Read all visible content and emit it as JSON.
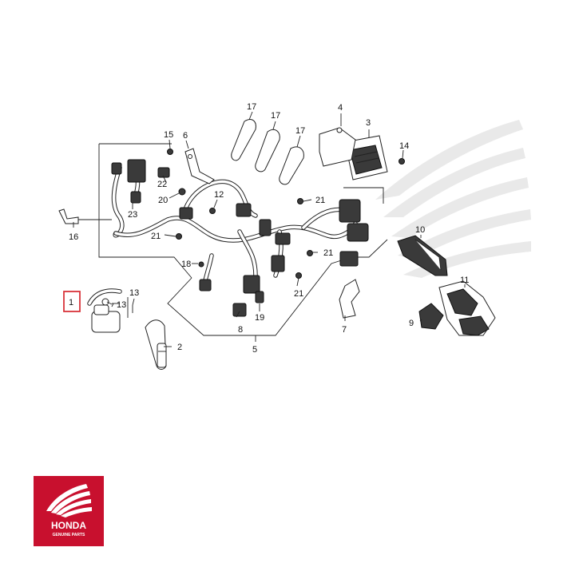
{
  "diagram": {
    "callouts": [
      {
        "id": "c1",
        "text": "1"
      },
      {
        "id": "c2",
        "text": "2"
      },
      {
        "id": "c3",
        "text": "3"
      },
      {
        "id": "c4",
        "text": "4"
      },
      {
        "id": "c5",
        "text": "5"
      },
      {
        "id": "c6",
        "text": "6"
      },
      {
        "id": "c7",
        "text": "7"
      },
      {
        "id": "c8",
        "text": "8"
      },
      {
        "id": "c9",
        "text": "9"
      },
      {
        "id": "c10",
        "text": "10"
      },
      {
        "id": "c11",
        "text": "11"
      },
      {
        "id": "c12",
        "text": "12"
      },
      {
        "id": "c13a",
        "text": "13"
      },
      {
        "id": "c13b",
        "text": "13"
      },
      {
        "id": "c14",
        "text": "14"
      },
      {
        "id": "c15",
        "text": "15"
      },
      {
        "id": "c16",
        "text": "16"
      },
      {
        "id": "c17a",
        "text": "17"
      },
      {
        "id": "c17b",
        "text": "17"
      },
      {
        "id": "c17c",
        "text": "17"
      },
      {
        "id": "c18",
        "text": "18"
      },
      {
        "id": "c19",
        "text": "19"
      },
      {
        "id": "c20",
        "text": "20"
      },
      {
        "id": "c21a",
        "text": "21"
      },
      {
        "id": "c21b",
        "text": "21"
      },
      {
        "id": "c21c",
        "text": "21"
      },
      {
        "id": "c21d",
        "text": "21"
      },
      {
        "id": "c22",
        "text": "22"
      },
      {
        "id": "c23",
        "text": "23"
      }
    ],
    "highlight_color": "#d9343a"
  },
  "logo": {
    "brand": "HONDA",
    "tagline": "GENUINE PARTS",
    "background": "#c8102e"
  }
}
